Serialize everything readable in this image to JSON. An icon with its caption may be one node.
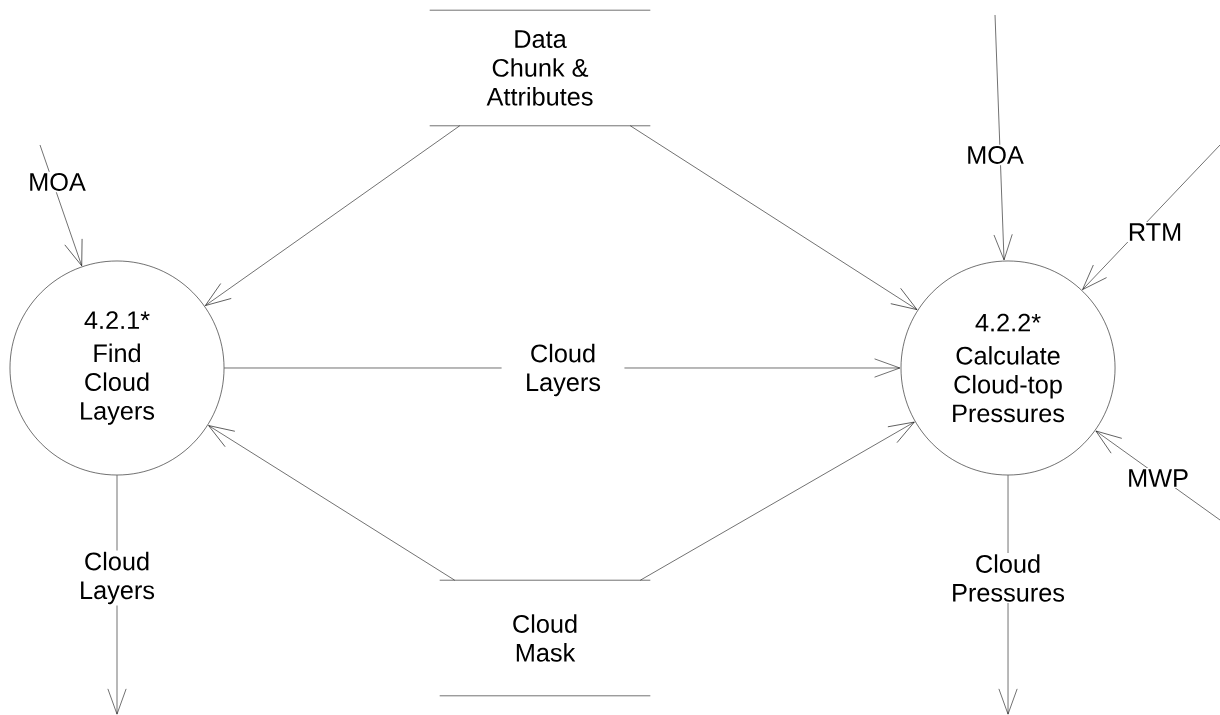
{
  "diagram": {
    "nodes": [
      {
        "text": [
          "Data Chunk & Attributes"
        ]
      },
      {
        "text": [
          "4.2.1*",
          "Find Cloud Layers"
        ]
      },
      {
        "text": [
          "4.2.2*",
          "Calculate Cloud-top Pressures"
        ]
      },
      {
        "text": [
          "Cloud Mask"
        ]
      }
    ],
    "edges": [
      {
        "from": 0,
        "to": 1,
        "arrow": "to"
      },
      {
        "from": 0,
        "to": 2,
        "arrow": "to"
      },
      {
        "from": 1,
        "to": 2,
        "arrow": "to",
        "label": "Cloud Layers"
      },
      {
        "from": 3,
        "to": 1,
        "arrow": "to"
      },
      {
        "from": 3,
        "to": 2,
        "arrow": "to"
      },
      {
        "from": null,
        "to": 1,
        "arrow": "to",
        "label": "MOA"
      },
      {
        "from": null,
        "to": 2,
        "arrow": "to",
        "label": "MOA"
      },
      {
        "from": null,
        "to": 2,
        "arrow": "to",
        "label": "RTM"
      },
      {
        "from": null,
        "to": 2,
        "arrow": "to",
        "label": "MWP"
      },
      {
        "from": 1,
        "to": null,
        "arrow": "to",
        "label": "Cloud Layers"
      },
      {
        "from": 2,
        "to": null,
        "arrow": "to",
        "label": "Cloud Pressures"
      }
    ]
  }
}
